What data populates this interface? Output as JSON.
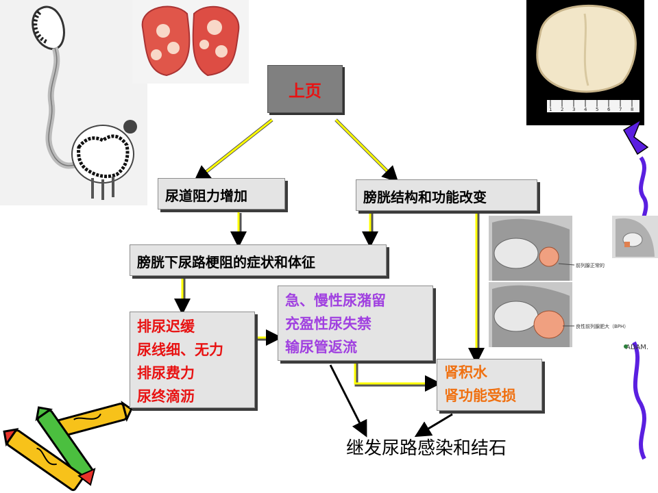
{
  "nav": {
    "prev_label": "上页"
  },
  "nodes": {
    "urethral_resistance": "尿道阻力增加",
    "bladder_change": "膀胱结构和功能改变",
    "lower_obstruction": "膀胱下尿路梗阻的症状和体征",
    "voiding_symptoms": [
      "排尿迟缓",
      "尿线细、无力",
      "排尿费力",
      "尿终滴沥"
    ],
    "retention": [
      "急、慢性尿潴留",
      "充盈性尿失禁",
      "输尿管返流"
    ],
    "kidney": [
      "肾积水",
      "肾功能受损"
    ],
    "final": "继发尿路感染和结石"
  },
  "images": {
    "ruler_numbers": [
      "1",
      "2",
      "3",
      "4",
      "5",
      "6",
      "7",
      "8"
    ],
    "illustration_label_1": "前列腺正常的",
    "illustration_label_2": "良性前列腺肥大（BPH）",
    "brand": "ADAM."
  },
  "colors": {
    "voiding": "#e81212",
    "retention": "#a040e0",
    "kidney": "#f07010",
    "arrow_yellow": "#ffff00",
    "decor_purple": "#5a1fe0"
  }
}
